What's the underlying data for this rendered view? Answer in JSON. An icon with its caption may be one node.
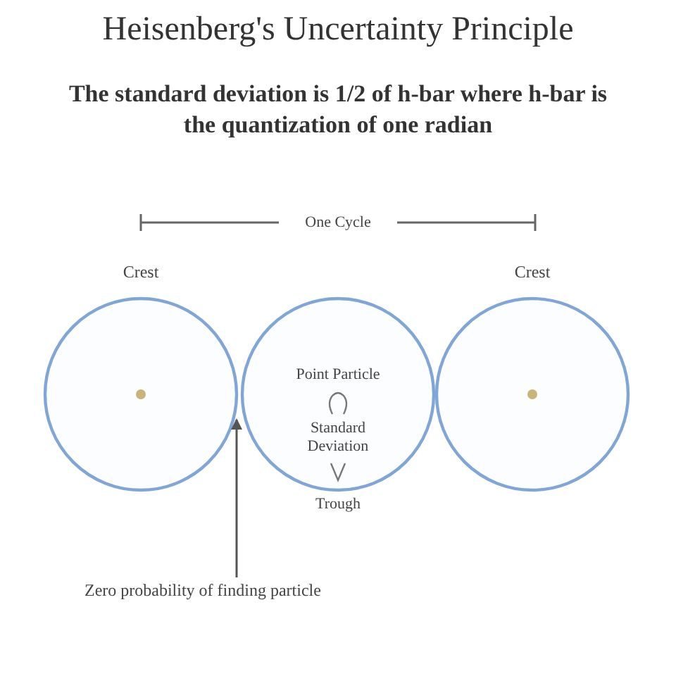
{
  "diagram": {
    "title": "Heisenberg's Uncertainty Principle",
    "caption": "The standard deviation is 1/2 of h-bar where h-bar is the quantization of one radian",
    "nodes": [
      {
        "text": [
          "Crest"
        ]
      },
      {
        "text": [
          "Point Particle",
          "Standard Deviation",
          "Trough"
        ]
      },
      {
        "text": [
          "Crest"
        ]
      },
      {
        "text": [
          "Zero probability of finding particle"
        ]
      }
    ],
    "edges": [
      {
        "from": 3,
        "to": 0,
        "arrow": "to"
      }
    ],
    "labels": [
      "One Cycle"
    ]
  }
}
